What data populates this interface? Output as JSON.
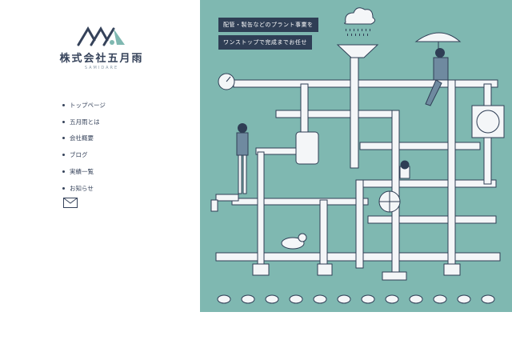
{
  "site": {
    "logo_name": "株式会社五月雨",
    "logo_sub": "SAMIDARE"
  },
  "nav": {
    "items": [
      {
        "label": "トップページ"
      },
      {
        "label": "五月雨とは"
      },
      {
        "label": "会社概要"
      },
      {
        "label": "ブログ"
      },
      {
        "label": "実績一覧"
      },
      {
        "label": "お知らせ"
      }
    ]
  },
  "hero": {
    "tagline_1": "配管・製缶などのプラント事業を",
    "tagline_2": "ワンストップで完成までお任せ"
  },
  "icons": {
    "mail": "mail-icon",
    "logo": "rain-logo-icon"
  },
  "colors": {
    "hero_bg": "#7fb8b1",
    "navy": "#35425a",
    "pipe": "#f4f6f8"
  }
}
